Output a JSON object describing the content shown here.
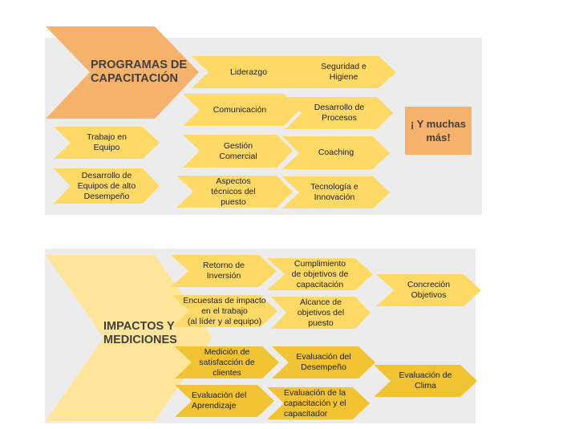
{
  "colors": {
    "panel": "#ececec",
    "orange": "#f6b26b",
    "yellow": "#ffd966",
    "light_yellow": "#ffe599",
    "gold": "#f1c232",
    "text": "#222222",
    "title_text": "#3f3f3f"
  },
  "programs": {
    "title": "PROGRAMAS DE\nCAPACITACIÓN",
    "items": [
      "Liderazgo",
      "Seguridad e\nHigiene",
      "Comunicación",
      "Desarrollo de\nProcesos",
      "Trabajo en\nEquipo",
      "Gestión\nComercial",
      "Coaching",
      "Desarrollo de\nEquipos de alto\nDesempeño",
      "Aspectos\ntécnicos del\npuesto",
      "Tecnología e\nInnovación"
    ],
    "more": "¡ Y muchas\nmás!"
  },
  "impacts": {
    "title": "IMPACTOS Y\nMEDICIONES",
    "items": [
      "Retorno de\nInversión",
      "Cumplimiento\nde objetivos de\ncapacitación",
      "Concreción\nObjetivos",
      "Encuestas de impacto\nen el trabajo\n(al líder y al equipo)",
      "Alcance de\nobjetivos del\npuesto",
      "Medición de\nsatisfacción de\nclientes",
      "Evaluación del\nDesempeño",
      "Evaluación de\nClima",
      "Evaluación del\nAprendizaje",
      "Evaluación de la\ncapacitación y el\ncapacitador"
    ]
  }
}
